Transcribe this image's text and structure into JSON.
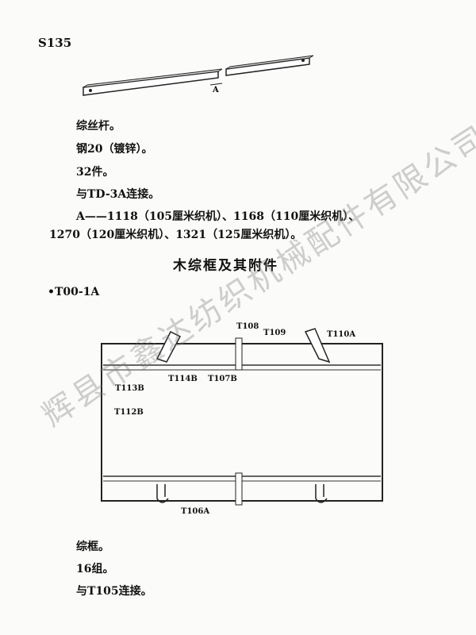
{
  "page_label": "S135",
  "part_a": {
    "drawing_label": "A",
    "lines": [
      "综丝杆。",
      "钢20（镀锌）。",
      "32件。",
      "与TD-3A连接。",
      "A——1118（105厘米织机）、1168（110厘米织机）、",
      "1270（120厘米织机）、1321（125厘米织机）。"
    ]
  },
  "section_title": "木综框及其附件",
  "item_code": "•T00-1A",
  "frame_labels": {
    "t108": "T108",
    "t109": "T109",
    "t110a": "T110A",
    "t114b": "T114B",
    "t107b": "T107B",
    "t113b": "T113B",
    "t112b": "T112B",
    "t106a": "T106A"
  },
  "part_b": {
    "lines": [
      "综框。",
      "16组。",
      "与T105连接。"
    ]
  },
  "watermark": "辉县市鑫达纺织机械配件有限公司"
}
